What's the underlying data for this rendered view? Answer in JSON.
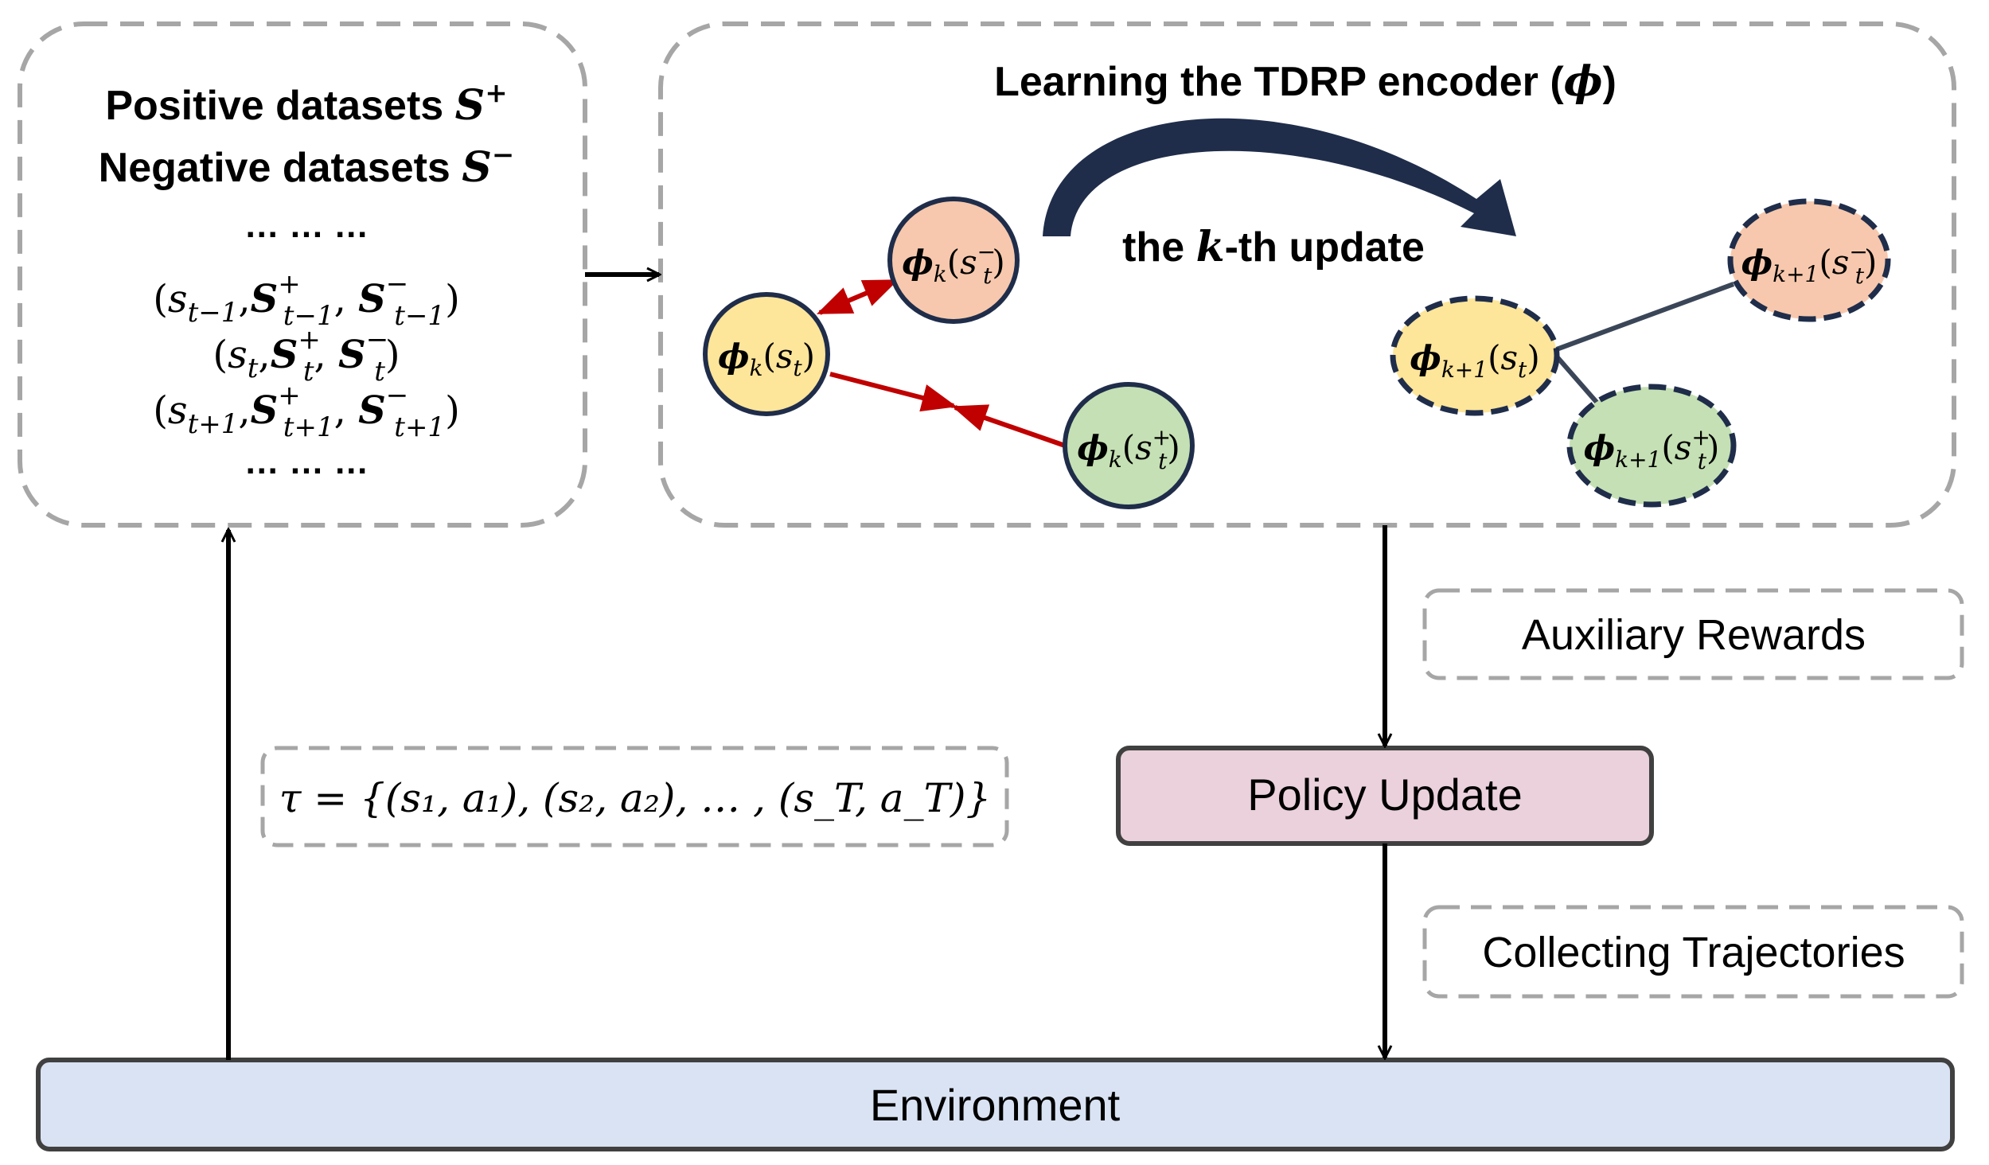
{
  "datasets": {
    "line1_text": "Positive datasets ",
    "line1_sym": "S",
    "line1_sup": "+",
    "line2_text": "Negative datasets ",
    "line2_sym": "S",
    "line2_sup": "−",
    "ellipsis": "… … …",
    "row_tm1": {
      "s": "s",
      "sub": "t−1",
      "pos": "S",
      "pos_sup": "+",
      "pos_sub": "t−1",
      "neg": "S",
      "neg_sup": "−",
      "neg_sub": "t−1"
    },
    "row_t": {
      "s": "s",
      "sub": "t",
      "pos": "S",
      "pos_sup": "+",
      "pos_sub": "t",
      "neg": "S",
      "neg_sup": "−",
      "neg_sub": "t"
    },
    "row_tp1": {
      "s": "s",
      "sub": "t+1",
      "pos": "S",
      "pos_sup": "+",
      "pos_sub": "t+1",
      "neg": "S",
      "neg_sup": "−",
      "neg_sub": "t+1"
    }
  },
  "encoder": {
    "title_text": "Learning the TDRP encoder (",
    "title_sym": "ϕ",
    "title_close": ")",
    "update_pre": "the ",
    "update_k": "k",
    "update_post": "-th update",
    "phi": "ϕ",
    "k": "k",
    "k1": "k+1",
    "s": "s",
    "t": "t",
    "plus": "+",
    "minus": "−"
  },
  "labels": {
    "auxiliary_rewards": "Auxiliary Rewards",
    "policy_update": "Policy Update",
    "collecting_trajectories": "Collecting Trajectories",
    "environment": "Environment",
    "trajectory": "τ = {(s₁, a₁), (s₂, a₂), … , (s_T, a_T)}"
  },
  "colors": {
    "dashed_border": "#a6a6a6",
    "node_outline": "#1f2d4a",
    "node_st": "#fde59a",
    "node_neg": "#f7c8ad",
    "node_pos": "#c5e0b4",
    "red_arrow": "#c00000",
    "blue_gray_line": "#3a4658",
    "curved_arrow": "#1f2d4a",
    "policy_fill": "#ead1dc",
    "environment_fill": "#dae3f3",
    "box_border": "#404040"
  }
}
